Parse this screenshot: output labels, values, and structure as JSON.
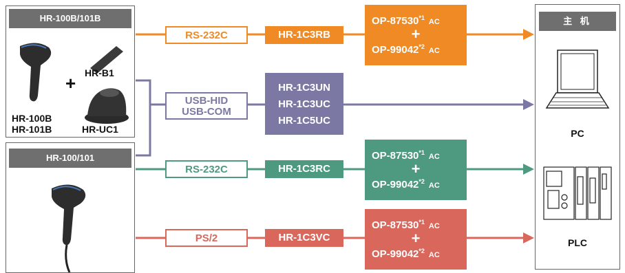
{
  "scanner_group_top": {
    "title": "HR-100B/101B",
    "scanner_label_1": "HR-100B",
    "scanner_label_2": "HR-101B",
    "plus": "+",
    "receiver_label": "HR-B1",
    "cradle_label": "HR-UC1"
  },
  "scanner_group_bottom": {
    "title": "HR-100/101"
  },
  "connections": [
    {
      "interface": "RS-232C",
      "cable": [
        "HR-1C3RB"
      ],
      "adapter": {
        "part1": "OP-87530",
        "note1": "*1",
        "part2": "OP-99042",
        "note2": "*2",
        "suffix": "AC",
        "plus": "+"
      }
    },
    {
      "interface": [
        "USB-HID",
        "USB-COM"
      ],
      "cable": [
        "HR-1C3UN",
        "HR-1C3UC",
        "HR-1C5UC"
      ]
    },
    {
      "interface": "RS-232C",
      "cable": [
        "HR-1C3RC"
      ],
      "adapter": {
        "part1": "OP-87530",
        "note1": "*1",
        "part2": "OP-99042",
        "note2": "*2",
        "suffix": "AC",
        "plus": "+"
      }
    },
    {
      "interface": "PS/2",
      "cable": [
        "HR-1C3VC"
      ],
      "adapter": {
        "part1": "OP-87530",
        "note1": "*1",
        "part2": "OP-99042",
        "note2": "*2",
        "suffix": "AC",
        "plus": "+"
      }
    }
  ],
  "host": {
    "title": "主 机",
    "pc_label": "PC",
    "plc_label": "PLC"
  },
  "colors": {
    "orange": "#ef8a25",
    "purple": "#7b79a3",
    "green": "#4e9a80",
    "red": "#d9675c",
    "gray": "#6f6f6f"
  }
}
